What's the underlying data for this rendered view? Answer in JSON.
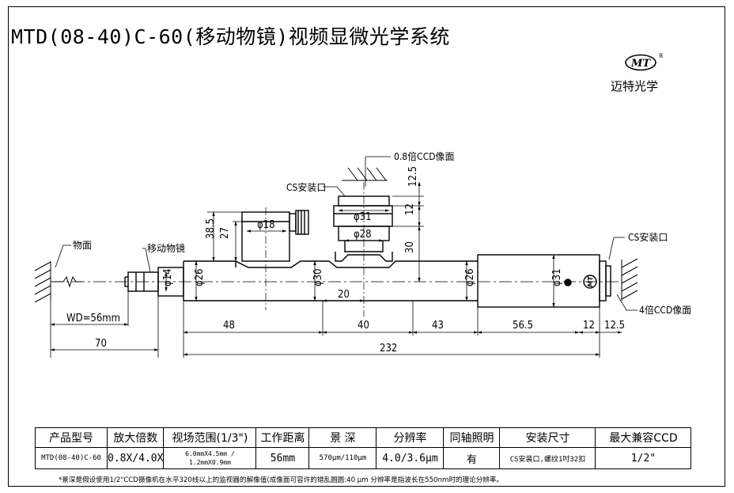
{
  "title": "MTD(08-40)C-60(移动物镜)视频显微光学系统",
  "brand": {
    "logo_text": "MT",
    "registered": "®",
    "name": "迈特光学"
  },
  "labels": {
    "ccd_08": "0.8倍CCD像面",
    "cs_mount_top": "CS安装口",
    "cs_mount_right": "CS安装口",
    "object_plane": "物面",
    "moving_objective": "移动物镜",
    "ccd_4": "4倍CCD像面",
    "logo_small": "MT"
  },
  "dims": {
    "d125_top": "12.5",
    "d12_top": "12",
    "d30_v": "30",
    "d385": "38.5",
    "d27": "27",
    "phi18": "φ18",
    "phi31_top": "φ31",
    "phi28": "φ28",
    "phi14": "φ14",
    "phi26_left": "φ26",
    "phi30": "φ30",
    "phi26_right": "φ26",
    "phi31_right": "φ31",
    "d20": "20",
    "wd": "WD=56mm",
    "d48": "48",
    "d40": "40",
    "d43": "43",
    "d565": "56.5",
    "d12_bottom": "12",
    "d125_bottom": "12.5",
    "d70": "70",
    "d232": "232"
  },
  "table": {
    "headers": [
      "产品型号",
      "放大倍数",
      "视场范围(1/3\")",
      "工作距离",
      "景  深",
      "分辨率",
      "同轴照明",
      "安装尺寸",
      "最大兼容CCD"
    ],
    "row": {
      "model": "MTD(08-40)C-60",
      "magnification": "0.8X/4.0X",
      "fov_line1": "6.0mmX4.5mm /",
      "fov_line2": "1.2mmX0.9mm",
      "working_distance": "56mm",
      "depth_of_field": "570μm/110μm",
      "resolution": "4.0/3.6μm",
      "coaxial": "有",
      "mount": "CS安装口,螺纹1吋32扣",
      "max_ccd": "1/2\""
    }
  },
  "footnote": "*景深是假设使用1/2\"CCD摄像机在水平320线以上的监视器的解像值(成像面可容许的错乱圆圆:40 μm 分辨率是指波长在550nm时的理论分辨率。"
}
